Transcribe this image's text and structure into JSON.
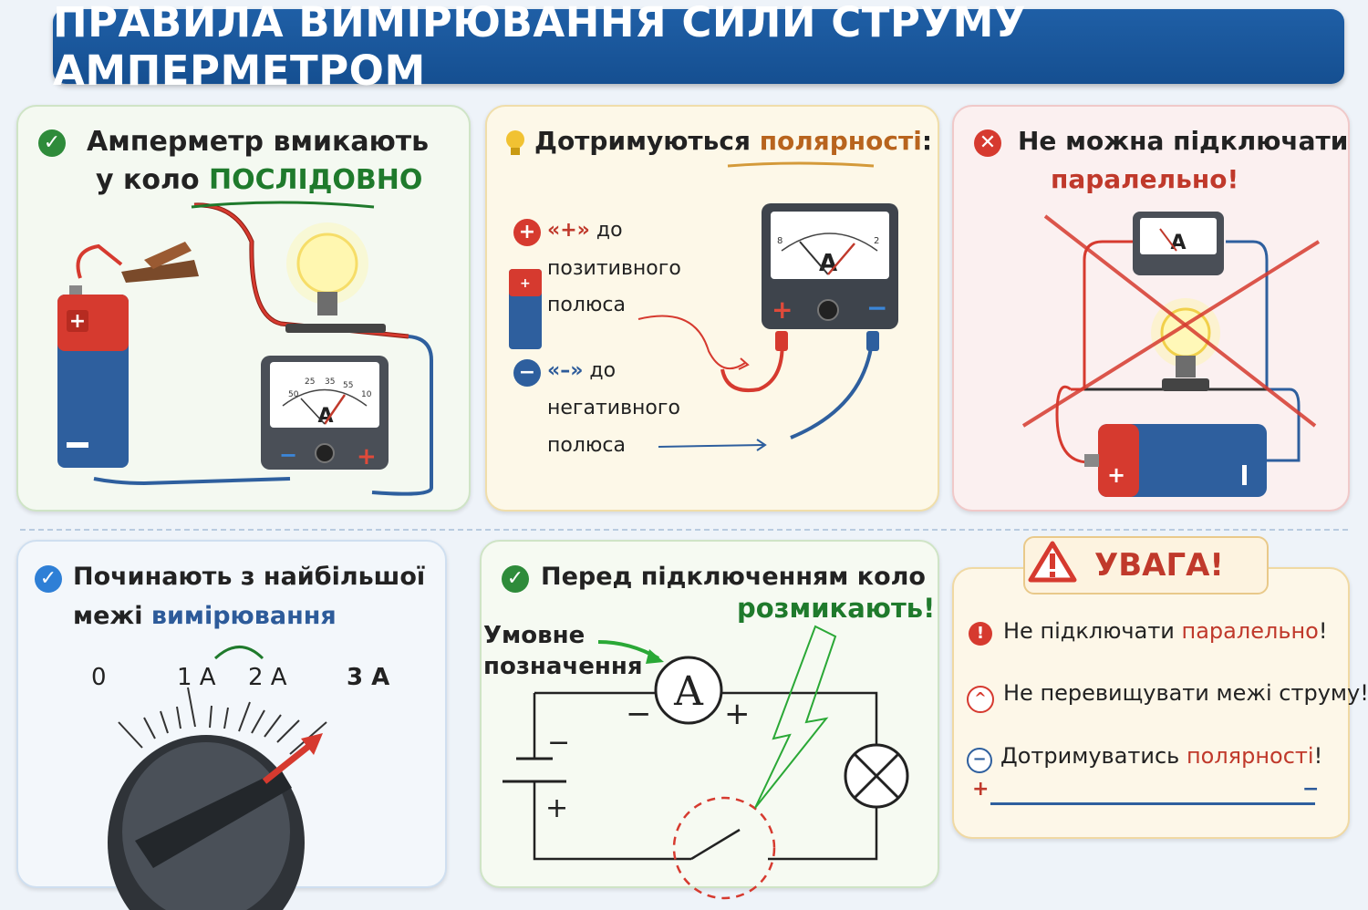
{
  "header": {
    "title": "ПРАВИЛА ВИМІРЮВАННЯ СИЛИ СТРУМУ АМПЕРМЕТРОМ"
  },
  "panel1": {
    "line1": "Амперметр вмикають",
    "line2_prefix": "у коло ",
    "line2_highlight": "ПОСЛІДОВНО",
    "meter": {
      "letter": "A",
      "scale": [
        "50",
        "25",
        "35",
        "55",
        "10"
      ]
    },
    "plus": "+",
    "minus": "−"
  },
  "panel2": {
    "title_prefix": "Дотримуються ",
    "title_highlight": "полярності",
    "title_suffix": ":",
    "plus_rule": {
      "mark": "«+»",
      "text1": " до",
      "text2": "позитивного",
      "text3": "полюса"
    },
    "minus_rule": {
      "mark": "«–»",
      "text1": " до",
      "text2": "негативного",
      "text3": "полюса"
    },
    "meter": {
      "letter": "A",
      "scale_left": "8",
      "scale_right": "2"
    },
    "plus": "+",
    "minus": "−"
  },
  "panel3": {
    "line1": "Не можна підключати",
    "line2": "паралельно!",
    "meter_letter": "A",
    "plus": "+"
  },
  "panel4": {
    "line1": "Починають з найбільшої",
    "line2_prefix": "межі ",
    "line2_highlight": "вимірювання",
    "dial_labels": [
      "0",
      "1 A",
      "2 A",
      "3 A"
    ]
  },
  "panel5": {
    "line1": "Перед підключенням коло",
    "line2": "розмикають!",
    "symbol_label1": "Умовне",
    "symbol_label2": "позначення",
    "meter_letter": "A",
    "minus": "−",
    "plus": "+"
  },
  "panel6": {
    "title": "УВАГА!",
    "items": [
      {
        "prefix": "Не підключати ",
        "highlight": "паралельно",
        "suffix": "!"
      },
      {
        "prefix": "Не перевищувати межі струму!",
        "highlight": "",
        "suffix": ""
      },
      {
        "prefix": "Дотримуватись ",
        "highlight": "полярності",
        "suffix": "!"
      }
    ],
    "plus": "+",
    "minus": "−"
  },
  "colors": {
    "banner": "#1a5a9f",
    "green": "#1f7a2c",
    "orange": "#b8641e",
    "red": "#c0392b",
    "battery_blue": "#2e5f9e",
    "battery_red": "#d63a2f"
  }
}
